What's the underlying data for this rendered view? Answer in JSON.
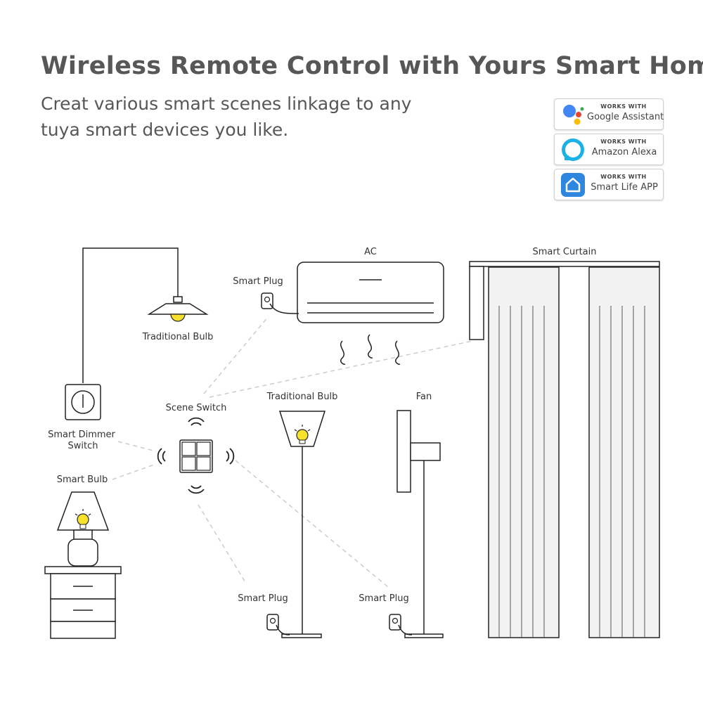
{
  "header": {
    "title": "Wireless Remote Control with Yours Smart Home",
    "subtitle_line1": "Creat various smart scenes linkage to any",
    "subtitle_line2": "tuya smart devices you like."
  },
  "badges": [
    {
      "top": "WORKS WITH",
      "name": "Google Assistant",
      "icon": "google-assistant-icon"
    },
    {
      "top": "WORKS WITH",
      "name": "Amazon Alexa",
      "icon": "alexa-icon"
    },
    {
      "top": "WORKS WITH",
      "name": "Smart Life APP",
      "icon": "smart-life-icon"
    }
  ],
  "labels": {
    "ac": "AC",
    "smart_curtain": "Smart Curtain",
    "smart_plug_ac": "Smart Plug",
    "traditional_bulb_top": "Traditional Bulb",
    "scene_switch": "Scene Switch",
    "traditional_bulb_floor": "Traditional Bulb",
    "fan": "Fan",
    "dimmer_line1": "Smart Dimmer",
    "dimmer_line2": "Switch",
    "smart_bulb": "Smart Bulb",
    "smart_plug_floor": "Smart Plug",
    "smart_plug_fan": "Smart Plug"
  },
  "colors": {
    "bulb": "#f7e12a",
    "stroke": "#222222",
    "dashed": "#cccccc",
    "text": "#575757",
    "curtain": "#f2f2f2"
  }
}
